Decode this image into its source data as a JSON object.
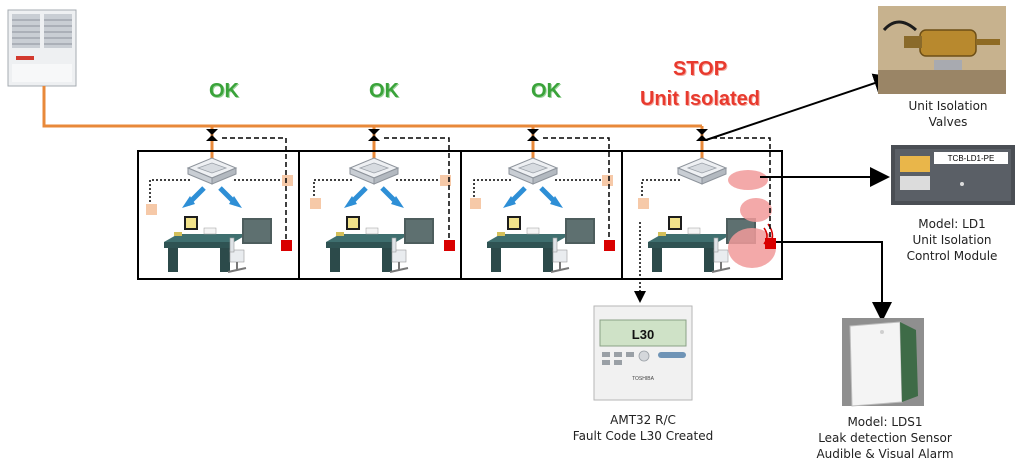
{
  "statuses": {
    "zone1": "OK",
    "zone2": "OK",
    "zone3": "OK",
    "zone4_line1": "STOP",
    "zone4_line2": "Unit Isolated"
  },
  "captions": {
    "valves_line1": "Unit Isolation",
    "valves_line2": "Valves",
    "ld1_line1": "Model: LD1",
    "ld1_line2": "Unit Isolation",
    "ld1_line3": "Control Module",
    "ld1_label": "TCB-LD1-PE",
    "rc_line1": "AMT32 R/C",
    "rc_line2": "Fault Code L30 Created",
    "rc_display": "L30",
    "rc_brand": "TOSHIBA",
    "lds1_line1": "Model: LDS1",
    "lds1_line2": "Leak detection Sensor",
    "lds1_line3": "Audible & Visual Alarm"
  },
  "colors": {
    "pipe": "#e8893a",
    "ok": "#3aa33a",
    "stop": "#e83a2e",
    "alarm": "#d90000",
    "sensor": "#f6c9a8",
    "leak": "#f19a9a"
  }
}
